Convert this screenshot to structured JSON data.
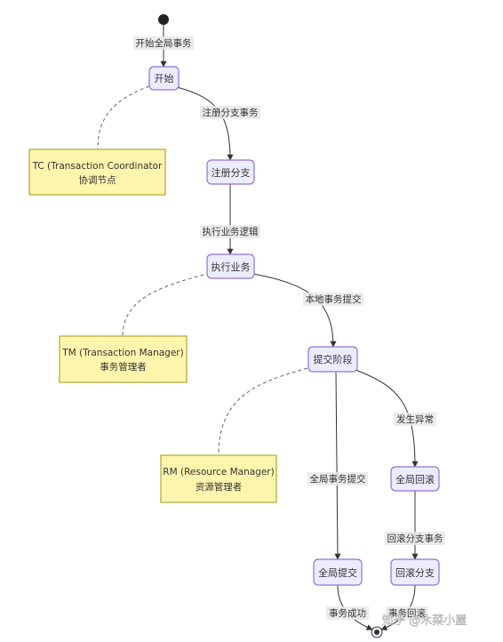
{
  "states": {
    "start": "开始",
    "register": "注册分支",
    "execute": "执行业务",
    "commit_phase": "提交阶段",
    "global_commit": "全局提交",
    "global_rollback": "全局回滚",
    "branch_rollback": "回滚分支"
  },
  "notes": {
    "tc_line1": "TC (Transaction Coordinator",
    "tc_line2": "协调节点",
    "tm_line1": "TM (Transaction Manager)",
    "tm_line2": "事务管理者",
    "rm_line1": "RM (Resource Manager)",
    "rm_line2": "资源管理者"
  },
  "edges": {
    "begin_global": "开始全局事务",
    "register_branch": "注册分支事务",
    "execute_logic": "执行业务逻辑",
    "local_commit": "本地事务提交",
    "exception": "发生异常",
    "global_commit": "全局事务提交",
    "rollback_branch": "回滚分支事务",
    "success": "事务成功",
    "rolled_back": "事务回滚"
  },
  "watermark": "知乎 @木菜小屋",
  "colors": {
    "state_fill": "#ECECFF",
    "state_border": "#9370DB",
    "note_fill": "#FFF5AD",
    "note_border": "#AAAA33"
  }
}
